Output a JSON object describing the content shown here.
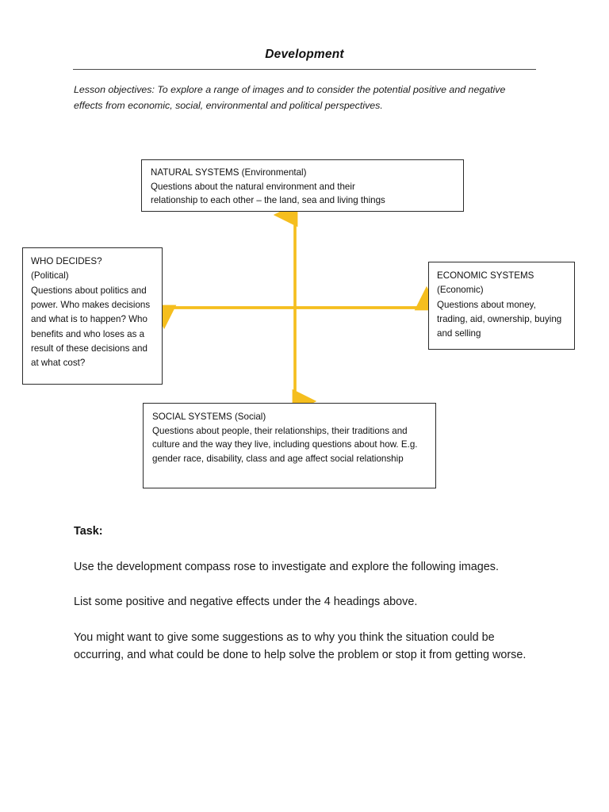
{
  "document": {
    "title": "Development",
    "objectives": "Lesson objectives: To explore a range of images and to consider the potential positive and negative effects from economic, social, environmental and political perspectives."
  },
  "compass_rose": {
    "accent_color": "#F5BE1E",
    "border_color": "#2b2b2b",
    "nodes": {
      "north": {
        "position": "top",
        "title": "NATURAL SYSTEMS (Environmental)",
        "description": "Questions about the natural environment and their\nrelationship to each other – the land, sea and living things"
      },
      "west": {
        "position": "left",
        "title": "WHO DECIDES?\n(Political)",
        "description": "Questions about politics and power. Who makes decisions and what is to happen? Who benefits and who loses as a result of these decisions and at what cost?"
      },
      "east": {
        "position": "right",
        "title": "ECONOMIC SYSTEMS\n(Economic)",
        "description": "Questions about money, trading, aid, ownership, buying and selling"
      },
      "south": {
        "position": "bottom",
        "title": "SOCIAL SYSTEMS (Social)",
        "description": "Questions about people, their relationships, their traditions and culture and the way they live, including questions about how. E.g. gender race, disability, class and age affect social relationship"
      }
    }
  },
  "task": {
    "heading": "Task:",
    "paragraphs": [
      "Use the development compass rose to investigate and explore the following images.",
      "List some positive and negative effects under the 4 headings above.",
      "You might want to give some suggestions as to why you think the situation could be occurring, and what could be done to help solve the problem or stop it from getting worse."
    ]
  }
}
